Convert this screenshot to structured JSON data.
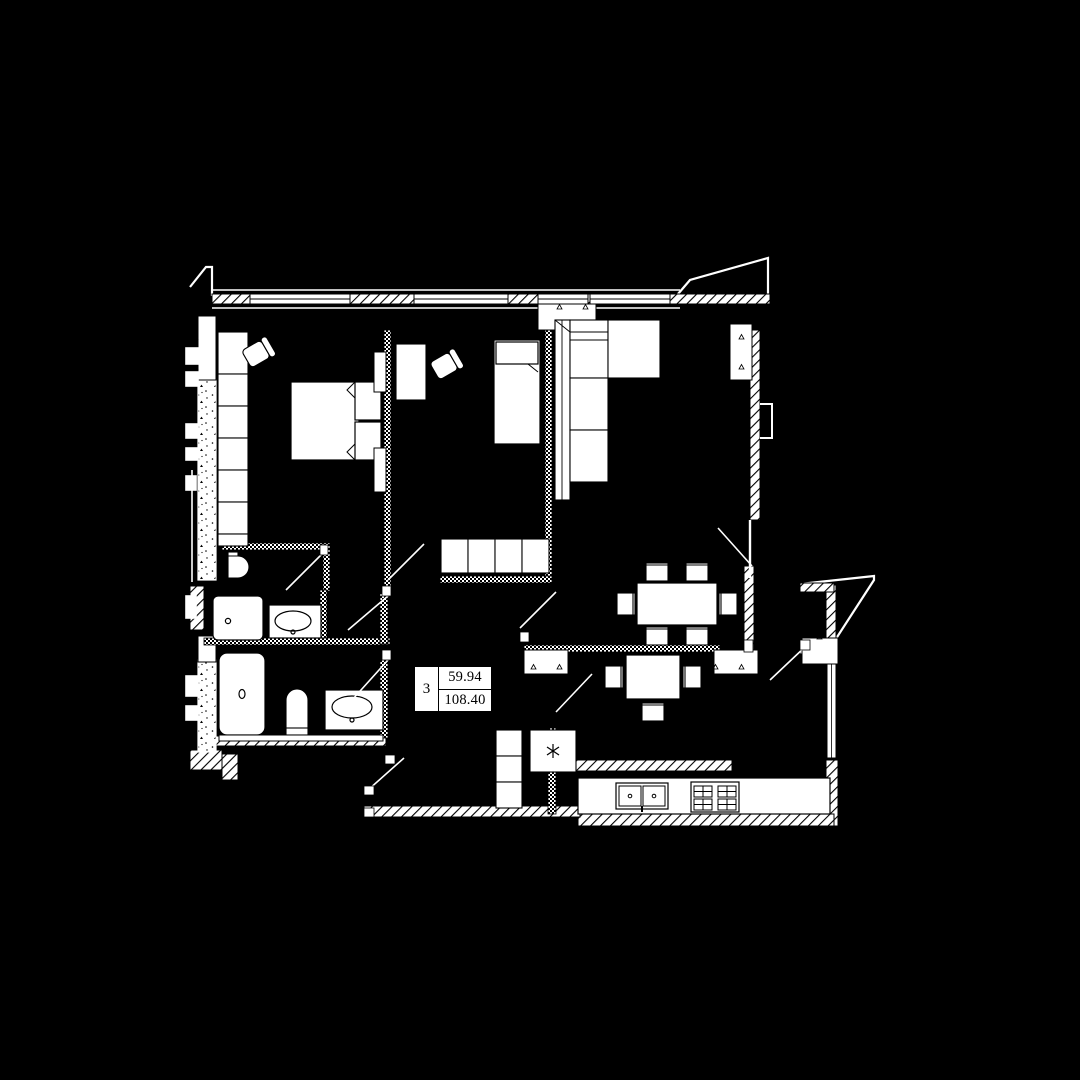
{
  "plan": {
    "title": "Apartment Floor Plan",
    "background_color": "#000000",
    "line_color": "#ffffff",
    "fill_color": "#ffffff",
    "info_badge": {
      "rooms": "3",
      "living_area": "59.94",
      "total_area": "108.40"
    },
    "rooms": [
      {
        "name": "bedroom-master",
        "label": ""
      },
      {
        "name": "bedroom-second",
        "label": ""
      },
      {
        "name": "living-room",
        "label": ""
      },
      {
        "name": "kitchen-dining",
        "label": ""
      },
      {
        "name": "bathroom-upper",
        "label": ""
      },
      {
        "name": "bathroom-lower",
        "label": ""
      },
      {
        "name": "hallway",
        "label": ""
      },
      {
        "name": "balcony-left",
        "label": ""
      },
      {
        "name": "balcony-top-right",
        "label": ""
      },
      {
        "name": "balcony-right",
        "label": ""
      }
    ],
    "fixtures": [
      {
        "name": "bed-double",
        "count": 1
      },
      {
        "name": "wardrobe-left",
        "count": 1
      },
      {
        "name": "desk-chair",
        "count": 2
      },
      {
        "name": "sofa-sectional",
        "count": 1
      },
      {
        "name": "cabinet-row",
        "count": 1
      },
      {
        "name": "dining-table-6",
        "count": 1
      },
      {
        "name": "dining-table-4",
        "count": 1
      },
      {
        "name": "kitchen-sink",
        "count": 1
      },
      {
        "name": "kitchen-stove",
        "count": 1
      },
      {
        "name": "toilet",
        "count": 2
      },
      {
        "name": "shower-tray",
        "count": 1
      },
      {
        "name": "bathtub",
        "count": 1
      },
      {
        "name": "washbasin",
        "count": 2
      },
      {
        "name": "window",
        "count": 5
      },
      {
        "name": "door-swing",
        "count": 7
      }
    ]
  }
}
